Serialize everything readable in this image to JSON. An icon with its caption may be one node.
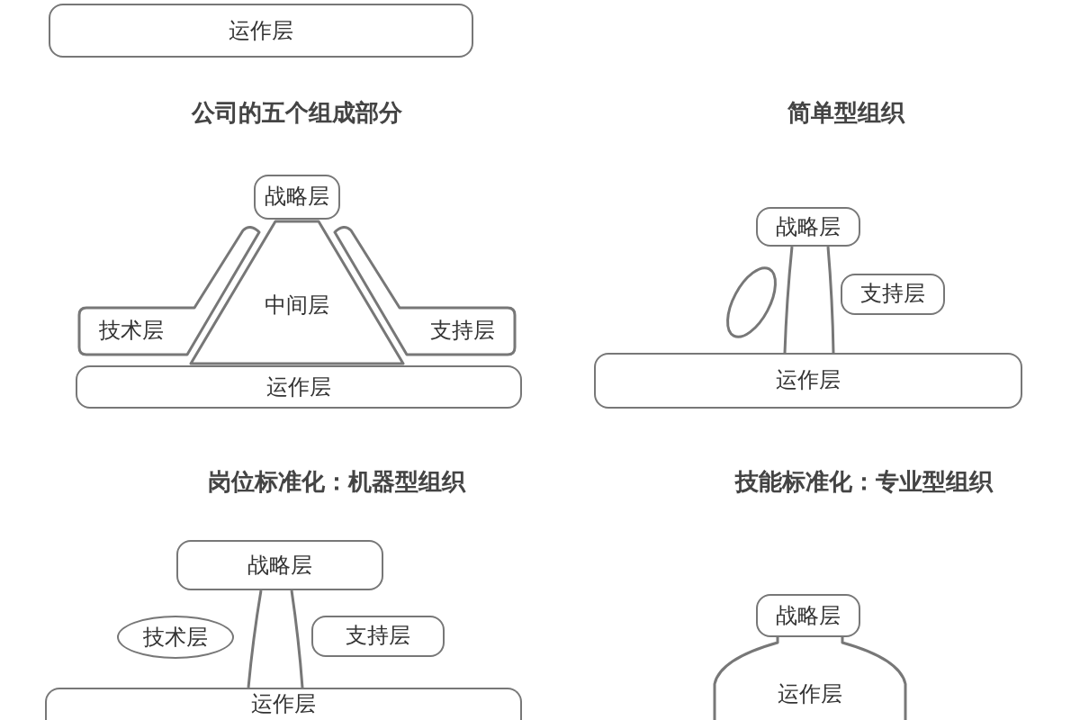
{
  "diagram": {
    "nodes": [
      {
        "text": [
          "运作层"
        ]
      },
      {
        "text": [
          "战略层"
        ]
      },
      {
        "text": [
          "中间层"
        ]
      },
      {
        "text": [
          "技术层"
        ]
      },
      {
        "text": [
          "支持层"
        ]
      },
      {
        "text": [
          "运作层"
        ]
      },
      {
        "text": [
          "战略层"
        ]
      },
      {
        "text": [],
        "shape": "ellipse"
      },
      {
        "text": [
          "支持层"
        ]
      },
      {
        "text": [
          "运作层"
        ]
      },
      {
        "text": [
          "战略层"
        ]
      },
      {
        "text": [
          "技术层"
        ]
      },
      {
        "text": [
          "支持层"
        ]
      },
      {
        "text": [
          "运作层"
        ]
      },
      {
        "text": [
          "战略层"
        ]
      },
      {
        "text": [
          "运作层"
        ]
      }
    ],
    "edges": [
      {
        "from": 6,
        "to": 9,
        "arrow": "none"
      },
      {
        "from": 10,
        "to": 13,
        "arrow": "none"
      }
    ],
    "labels": [
      "公司的五个组成部分",
      "简单型组织",
      "岗位标准化：机器型组织",
      "技能标准化：专业型组织"
    ]
  }
}
